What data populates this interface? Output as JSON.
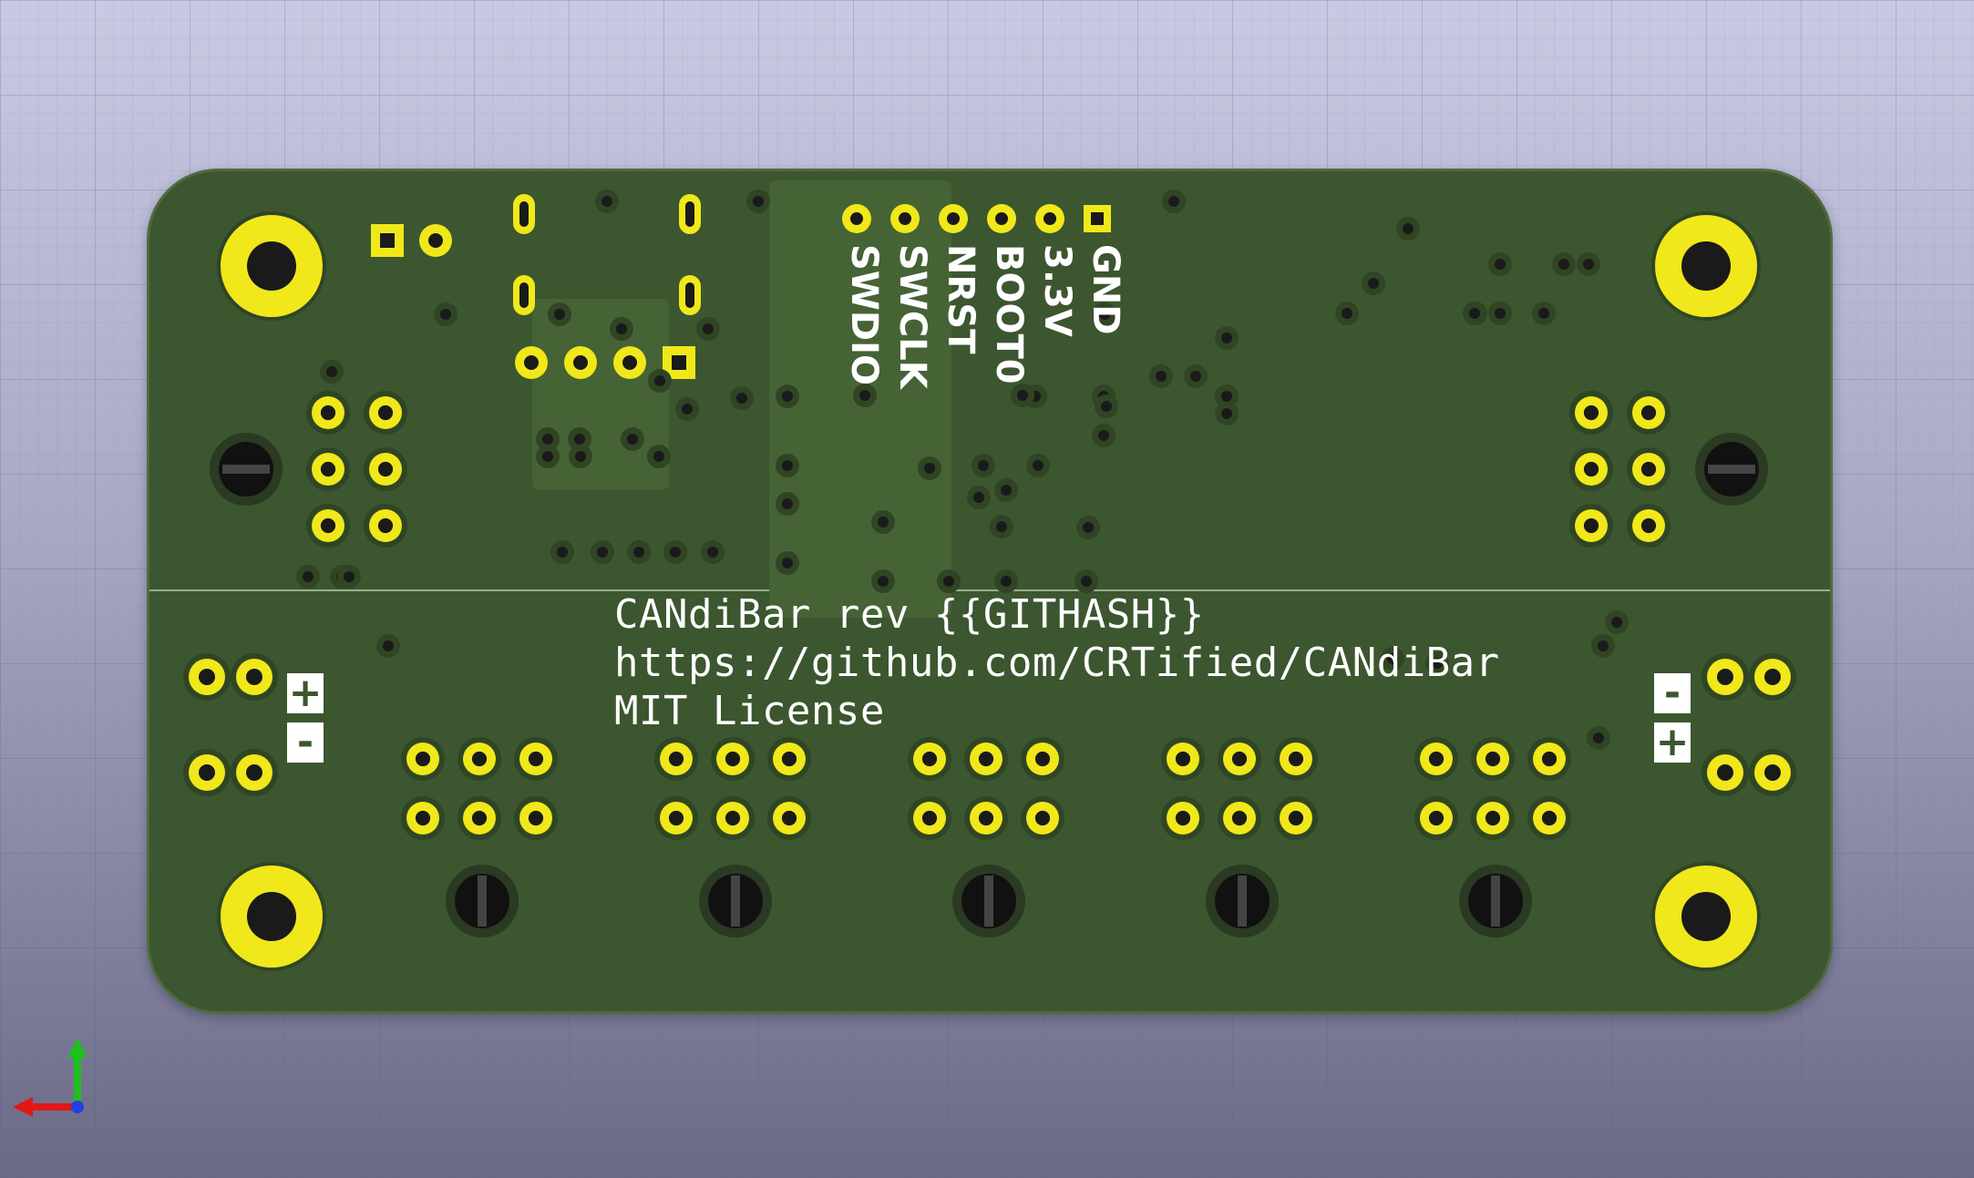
{
  "board_text": {
    "line1": "CANdiBar rev {{GITHASH}}",
    "line2": "https://github.com/CRTified/CANdiBar",
    "line3": "MIT License"
  },
  "pin_labels": [
    "GND",
    "3.3V",
    "BOOT0",
    "NRST",
    "SWCLK",
    "SWDIO"
  ],
  "polarity": {
    "left_top": "+",
    "left_bottom": "-",
    "right_top": "-",
    "right_bottom": "+"
  },
  "colors": {
    "board": "#3c5630",
    "pad": "#f0e81a",
    "silkscreen": "#ffffff",
    "background_top": "#c9c9e3",
    "background_bottom": "#6a6a86"
  },
  "icons": [
    "axis-x-icon",
    "axis-y-icon",
    "axis-z-icon"
  ]
}
